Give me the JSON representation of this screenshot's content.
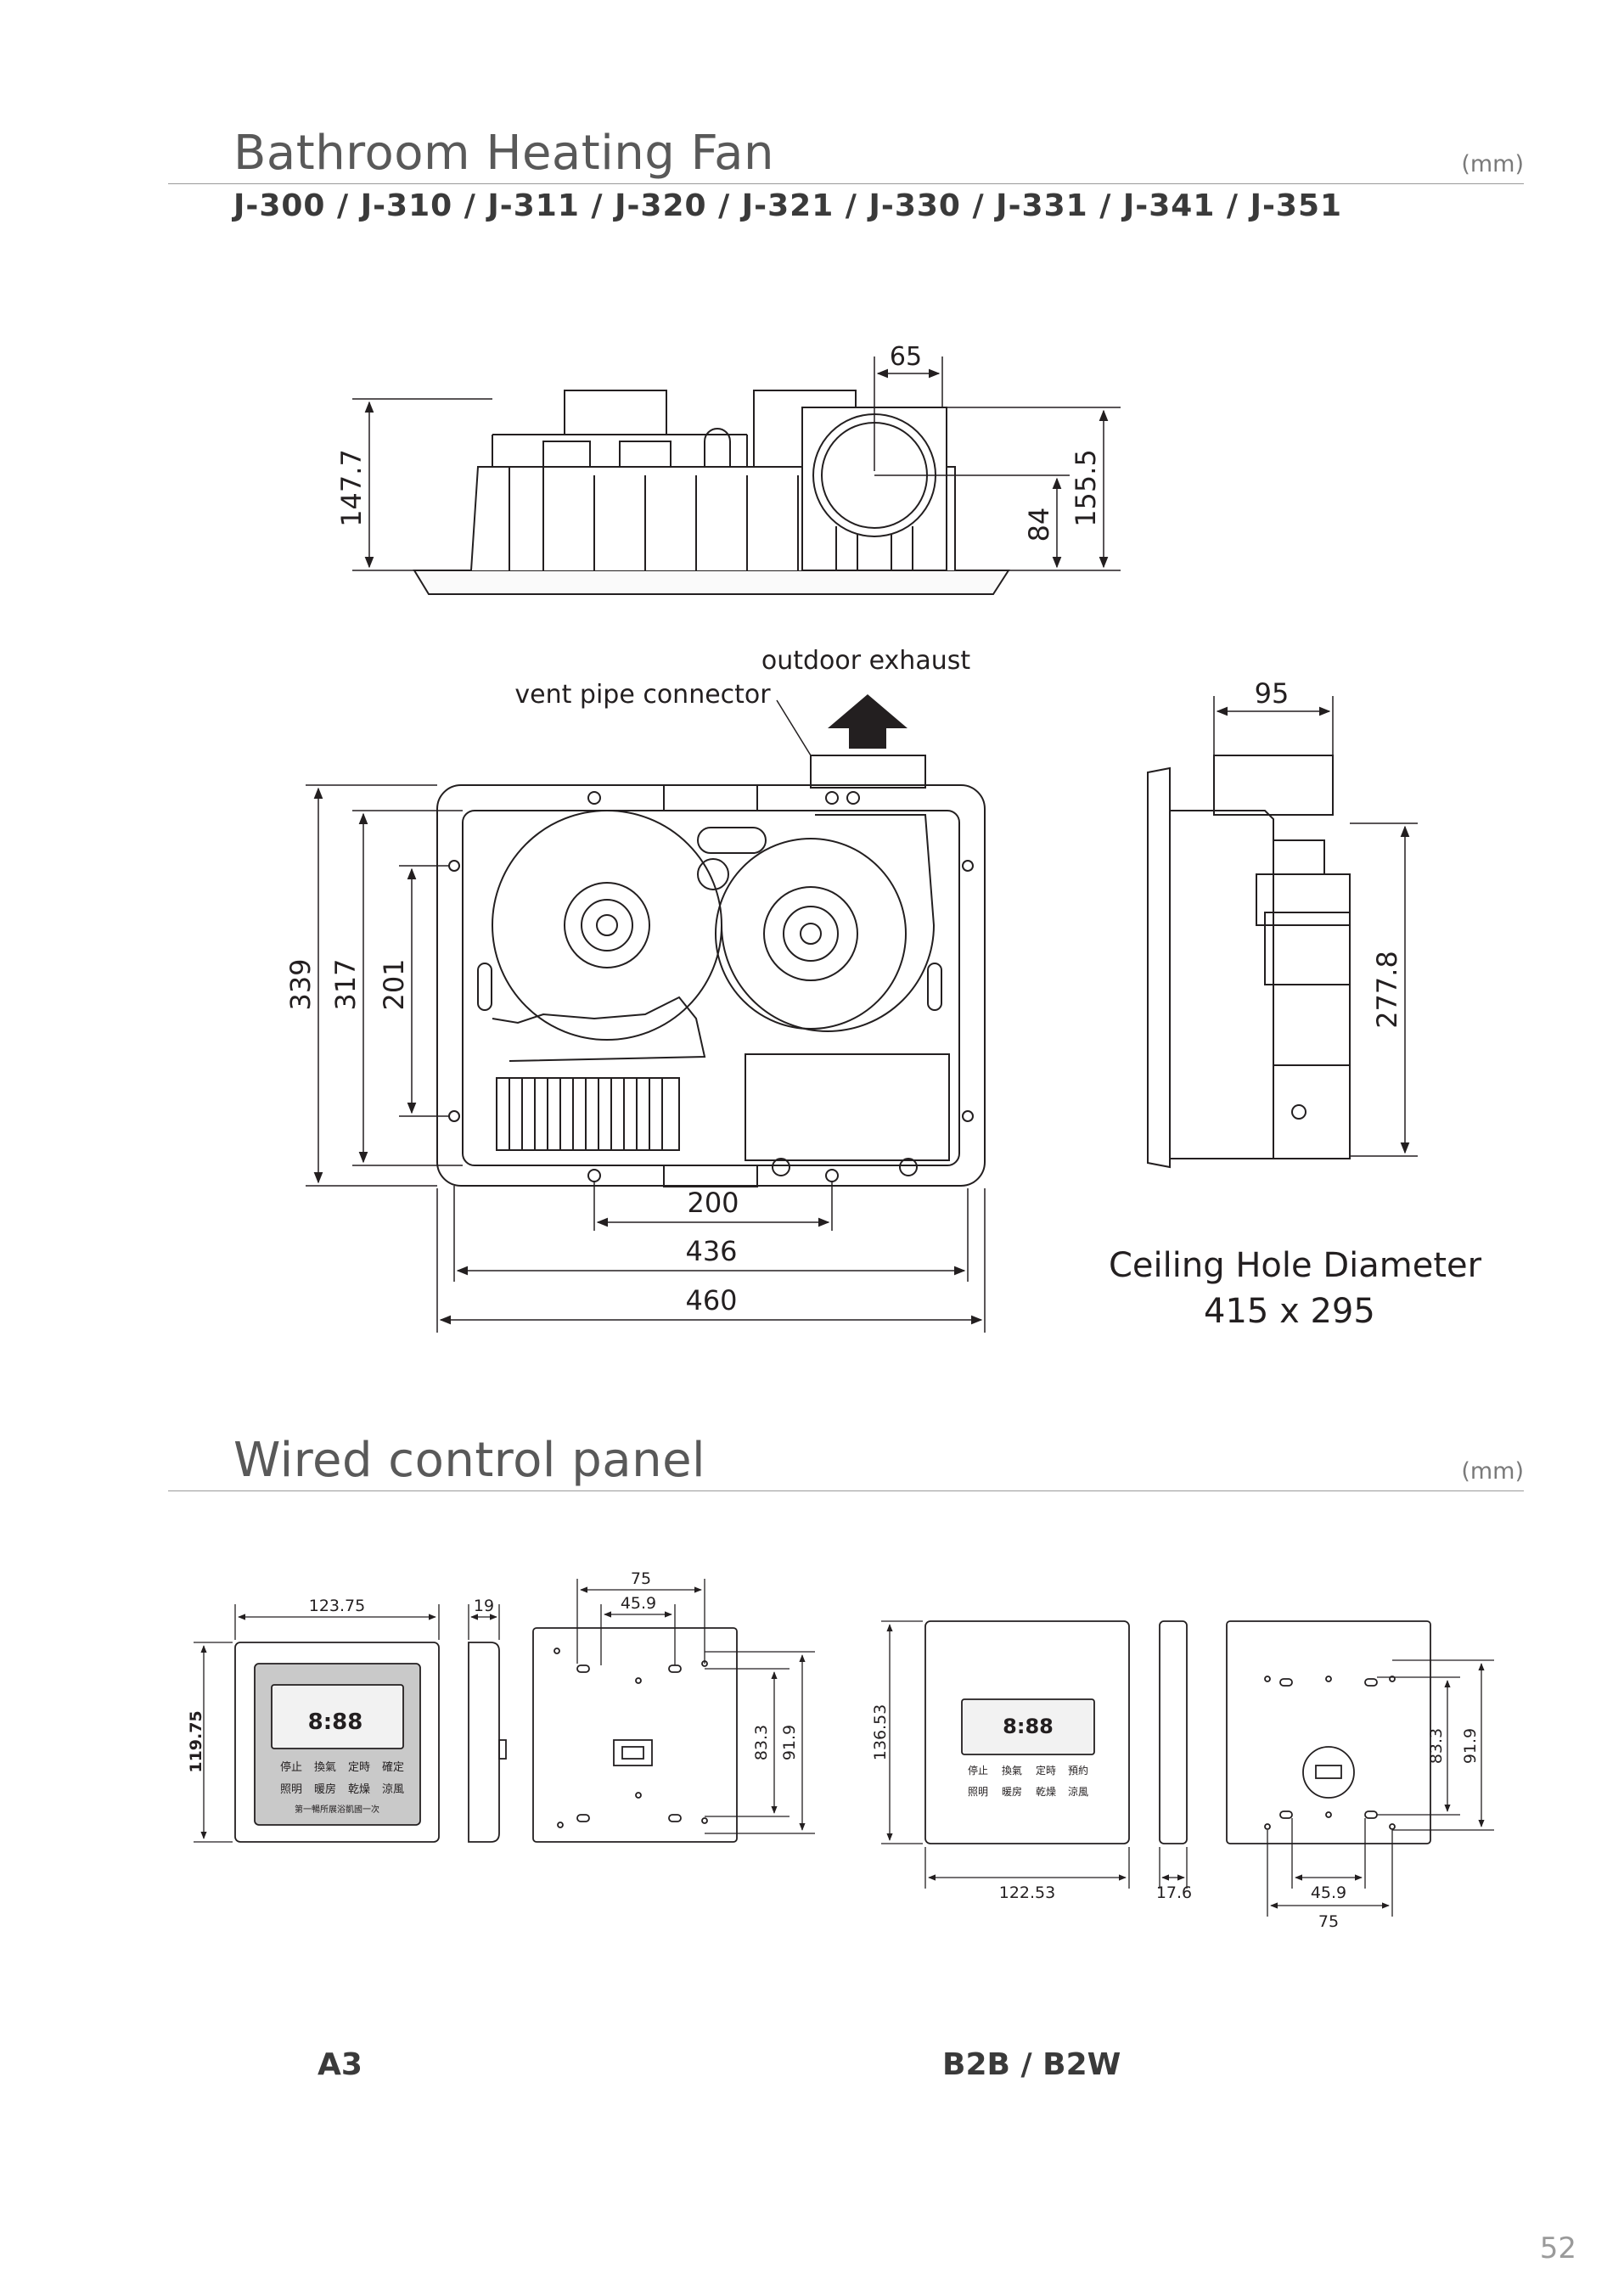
{
  "fan": {
    "title": "Bathroom Heating Fan",
    "unit": "(mm)",
    "models": "J-300 / J-310 / J-311 / J-320 / J-321 / J-330 / J-331 / J-341 / J-351",
    "dims": {
      "pipe_offset": "65",
      "total_height": "147.7",
      "pipe_center_height": "84",
      "pipe_top_height": "155.5",
      "side_width": "95",
      "side_height": "277.8",
      "body_339": "339",
      "body_317": "317",
      "body_201": "201",
      "hole_spacing": "200",
      "inner_width": "436",
      "outer_width": "460"
    },
    "labels": {
      "outdoor_exhaust": "outdoor exhaust",
      "vent_pipe_connector": "vent pipe connector"
    },
    "ceiling_hole": {
      "label": "Ceiling Hole Diameter",
      "value": "415 x 295"
    }
  },
  "panel": {
    "title": "Wired control panel",
    "unit": "(mm)",
    "a3": {
      "name": "A3",
      "width": "123.75",
      "height": "119.75",
      "depth": "19",
      "mount_outer": "75",
      "mount_inner": "45.9",
      "mount_v_inner": "83.3",
      "mount_v_outer": "91.9",
      "display_digits": "8:88",
      "buttons_row1": [
        "停止",
        "換氣",
        "定時",
        "確定"
      ],
      "buttons_row2": [
        "照明",
        "暖房",
        "乾燥",
        "涼風"
      ],
      "footer_text": "第一暢所展浴凱國一次"
    },
    "b2": {
      "name": "B2B / B2W",
      "width": "122.53",
      "height": "136.53",
      "depth": "17.6",
      "mount_inner": "45.9",
      "mount_outer": "75",
      "mount_v_inner": "83.3",
      "mount_v_outer": "91.9",
      "display_digits": "8:88",
      "buttons_row1": [
        "停止",
        "換氣",
        "定時",
        "預約"
      ],
      "buttons_row2": [
        "照明",
        "暖房",
        "乾燥",
        "涼風"
      ]
    }
  },
  "page_number": "52"
}
